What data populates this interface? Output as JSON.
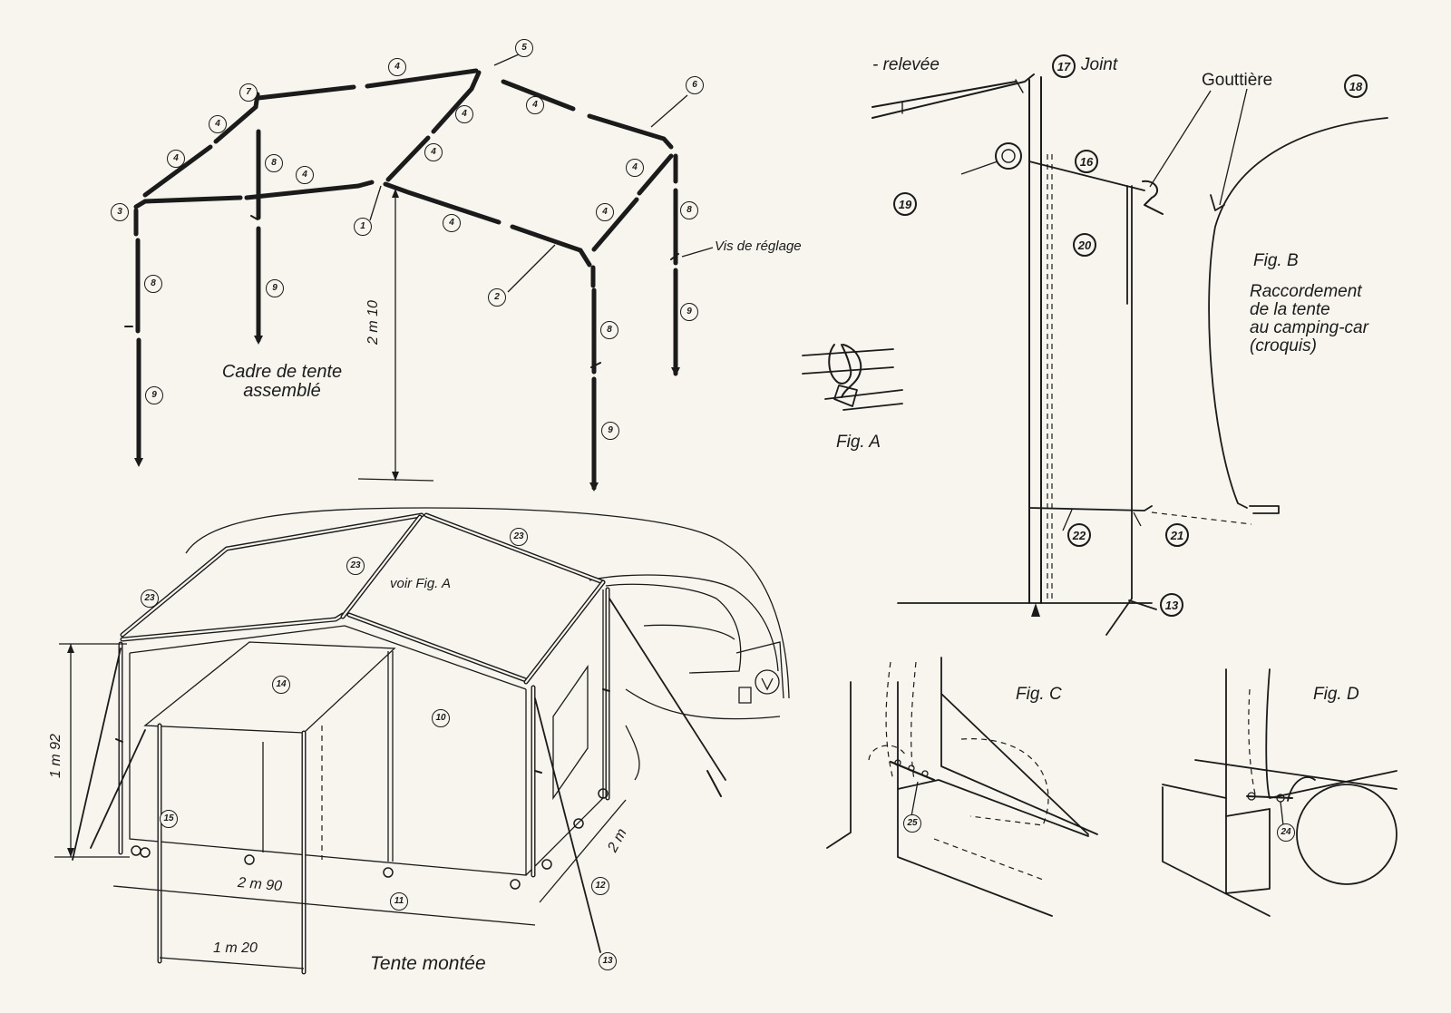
{
  "frame": {
    "title_line1": "Cadre de tente",
    "title_line2": "assemblé",
    "height_dim": "2 m 10",
    "adjust_screw": "Vis de réglage"
  },
  "tent": {
    "title": "Tente montée",
    "dim_height": "1 m 92",
    "dim_width": "2 m 90",
    "dim_depth": "2 m",
    "dim_canopy": "1 m 20",
    "see_fig": "voir Fig. A"
  },
  "fig_a": {
    "label": "Fig. A"
  },
  "fig_b": {
    "label": "Fig. B",
    "raised": "- relevée",
    "joint": "Joint",
    "gutter": "Gouttière",
    "caption_line1": "Raccordement",
    "caption_line2": "de la tente",
    "caption_line3": "au camping-car",
    "caption_line4": "(croquis)"
  },
  "fig_c": {
    "label": "Fig. C"
  },
  "fig_d": {
    "label": "Fig. D"
  },
  "callouts": {
    "c1": "1",
    "c2": "2",
    "c3": "3",
    "c4": "4",
    "c5": "5",
    "c6": "6",
    "c7": "7",
    "c8": "8",
    "c9": "9",
    "c10": "10",
    "c11": "11",
    "c12": "12",
    "c13": "13",
    "c14": "14",
    "c15": "15",
    "c16": "16",
    "c17": "17",
    "c18": "18",
    "c19": "19",
    "c20": "20",
    "c21": "21",
    "c22": "22",
    "c23": "23",
    "c24": "24",
    "c25": "25"
  }
}
